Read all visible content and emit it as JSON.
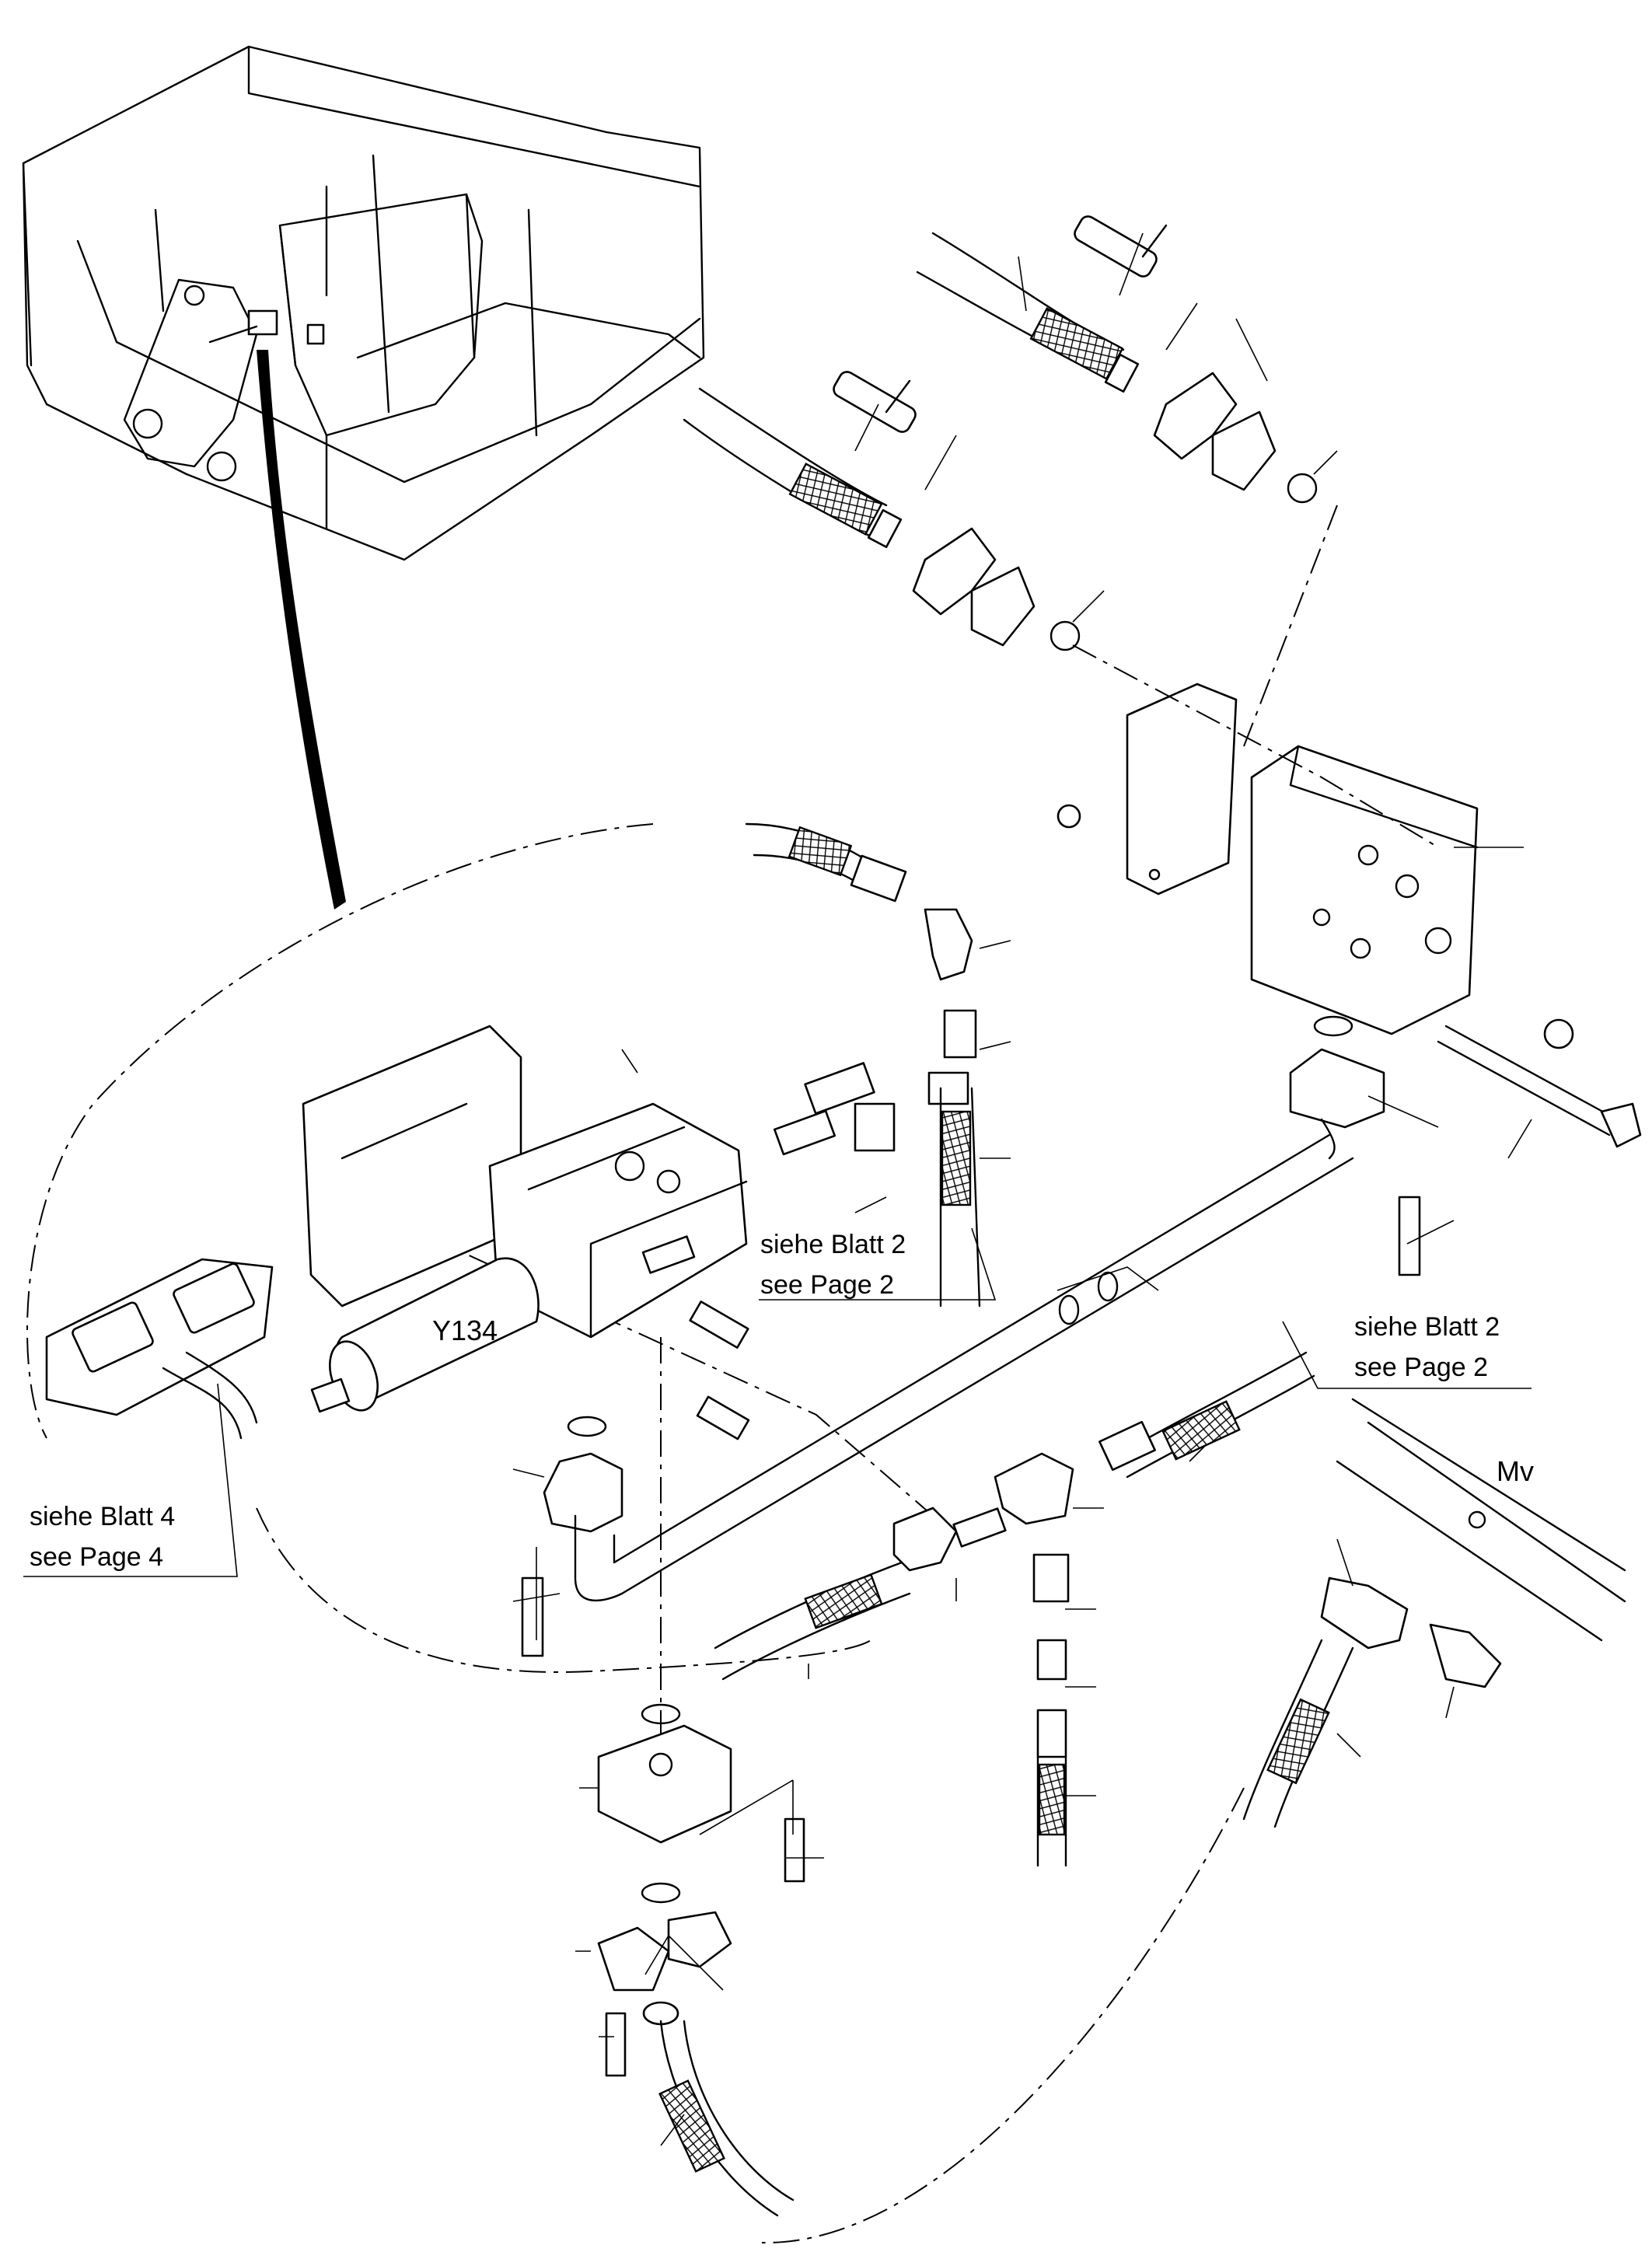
{
  "labels": {
    "component": "Y134",
    "machine_ref": "Mv",
    "ref_upper_de": "siehe Blatt 2",
    "ref_upper_en": "see Page 2",
    "ref_right_de": "siehe Blatt 2",
    "ref_right_en": "see Page 2",
    "ref_left_de": "siehe Blatt 4",
    "ref_left_en": "see Page 4"
  },
  "colors": {
    "line": "#000000",
    "background": "#ffffff"
  }
}
